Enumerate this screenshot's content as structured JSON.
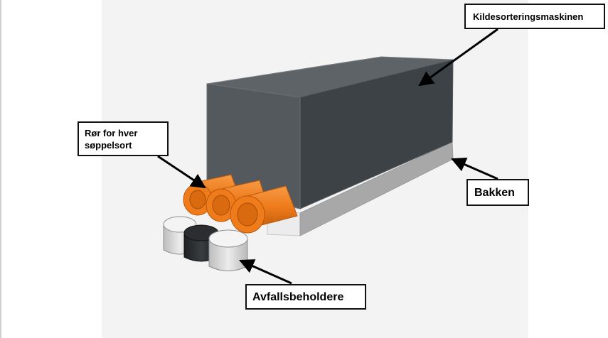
{
  "labels": {
    "machine": "Kildesorteringsmaskinen",
    "tubes_line1": "Rør for hver",
    "tubes_line2": "søppelsort",
    "tray": "Bakken",
    "bins": "Avfallsbeholdere"
  },
  "colors": {
    "machine_front": "#54595e",
    "machine_side": "#3d4246",
    "machine_top": "#5e6368",
    "tray": "#e4e4e4",
    "tube": "#ef7b1b",
    "bin_light": "#e6e6e6",
    "bin_dark": "#2b2d30"
  }
}
